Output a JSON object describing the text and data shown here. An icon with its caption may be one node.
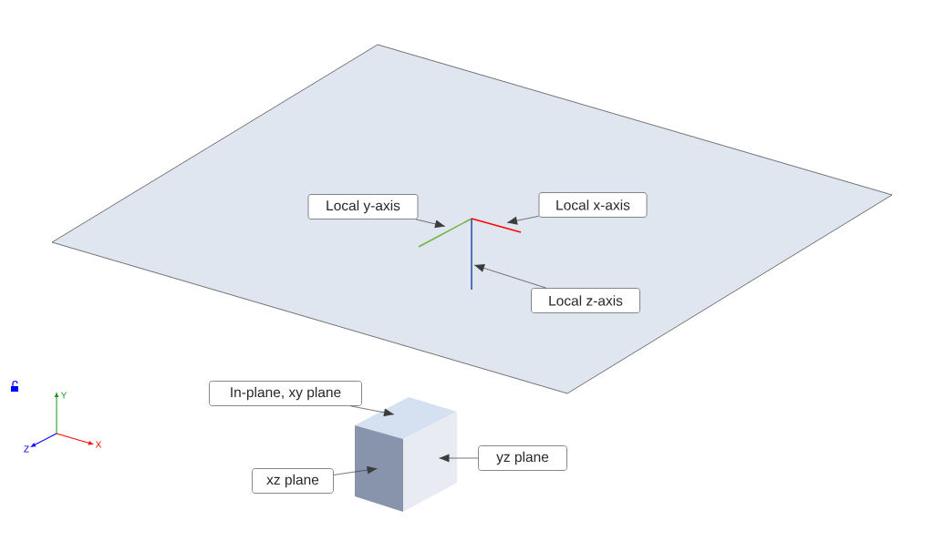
{
  "diagram": {
    "nodes": [
      {
        "text": [
          "Local y-axis"
        ]
      },
      {
        "text": [
          "Local x-axis"
        ]
      },
      {
        "text": [
          "Local z-axis"
        ]
      },
      {
        "text": [
          "In-plane, xy plane"
        ]
      },
      {
        "text": [
          "yz plane"
        ]
      },
      {
        "text": [
          "xz plane"
        ]
      },
      {
        "text": [],
        "shape": "line"
      },
      {
        "text": [],
        "shape": "line"
      },
      {
        "text": [],
        "shape": "line"
      },
      {
        "text": [],
        "shape": "face"
      },
      {
        "text": [],
        "shape": "face"
      },
      {
        "text": [],
        "shape": "face"
      }
    ],
    "edges": [
      {
        "from": 0,
        "to": 6,
        "arrow": "to"
      },
      {
        "from": 1,
        "to": 7,
        "arrow": "to"
      },
      {
        "from": 2,
        "to": 8,
        "arrow": "to"
      },
      {
        "from": 3,
        "to": 9,
        "arrow": "to"
      },
      {
        "from": 4,
        "to": 10,
        "arrow": "to"
      },
      {
        "from": 5,
        "to": 11,
        "arrow": "to"
      }
    ],
    "labels": [
      "Y",
      "X",
      "Z"
    ]
  }
}
